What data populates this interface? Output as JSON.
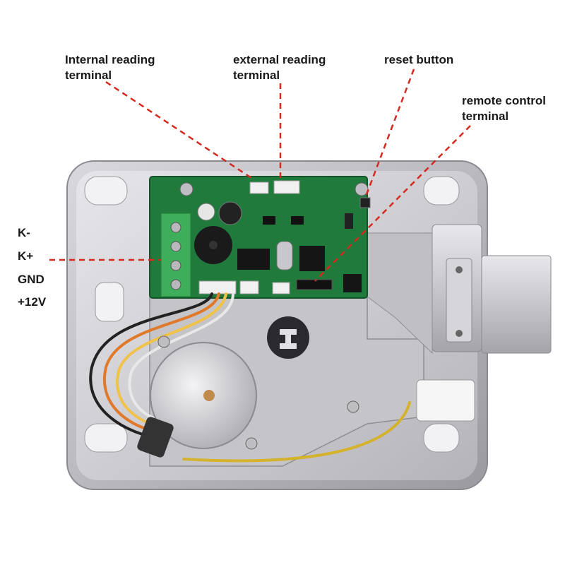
{
  "labels": {
    "internal_line1": "Internal reading",
    "internal_line2": "terminal",
    "external_line1": "external reading",
    "external_line2": "terminal",
    "reset": "reset button",
    "remote_line1": "remote control",
    "remote_line2": "terminal"
  },
  "pins": [
    "K-",
    "K+",
    "GND",
    "+12V"
  ],
  "colors": {
    "leader": "#d42a1f",
    "pcb": "#1f7a3c",
    "terminal_block": "#3fae5a",
    "plate": "#c8c8cc"
  },
  "icons": [
    "screw-icon",
    "connector-icon",
    "motor-icon",
    "bolt-icon"
  ]
}
